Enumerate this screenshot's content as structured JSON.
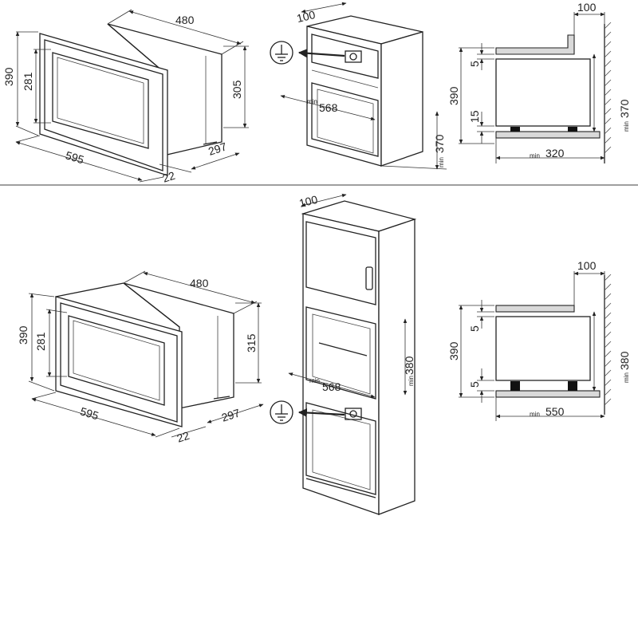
{
  "top": {
    "oven": {
      "width": "480",
      "total_width": "595",
      "total_height": "390",
      "inner_height": "281",
      "body_height": "305",
      "depth": "297",
      "frame_depth": "22"
    },
    "cabinet": {
      "rear_gap": "100",
      "min_label": "min",
      "min_width": "568",
      "min_height": "370"
    },
    "section": {
      "rear_gap": "100",
      "total_height": "390",
      "upper_gap": "5",
      "lower_gap": "15",
      "min_label": "min",
      "min_height": "370",
      "min_depth": "320"
    }
  },
  "bottom": {
    "oven": {
      "width": "480",
      "total_width": "595",
      "total_height": "390",
      "inner_height": "281",
      "body_height": "315",
      "depth": "297",
      "frame_depth": "22"
    },
    "cabinet": {
      "rear_gap": "100",
      "min_label": "min",
      "min_width": "568",
      "min_height": "380"
    },
    "section": {
      "rear_gap": "100",
      "total_height": "390",
      "upper_gap": "5",
      "lower_gap": "5",
      "min_label": "min",
      "min_height": "380",
      "min_depth": "550"
    }
  },
  "icons": {
    "earth": "earth-ground-icon",
    "arrow": "arrow-left-icon"
  },
  "colors": {
    "line": "#222222",
    "fill_gray": "#d9d9d9",
    "background": "#ffffff"
  }
}
